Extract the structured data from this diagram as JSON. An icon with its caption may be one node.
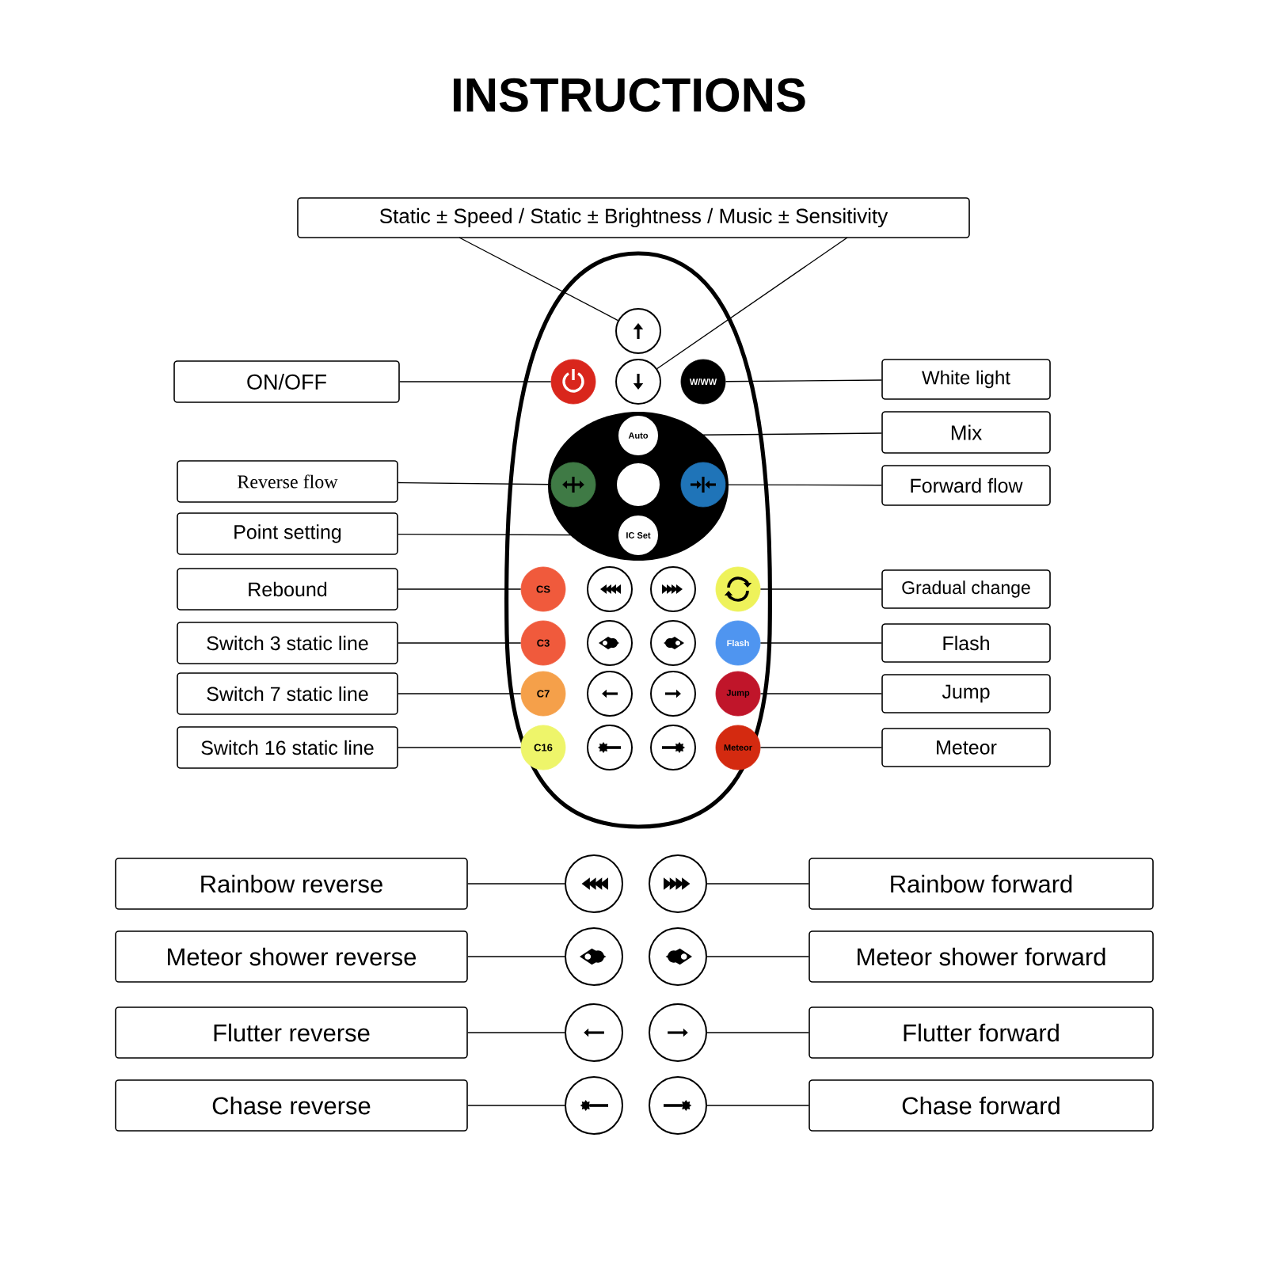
{
  "diagram": {
    "title": "INSTRUCTIONS",
    "nodes": [
      {
        "text": [
          "Static ± Speed / Static ± Brightness / Music ± Sensitivity"
        ]
      },
      {
        "text": [],
        "shape": "circle"
      },
      {
        "text": [
          "ON/OFF"
        ]
      },
      {
        "text": [],
        "shape": "circle"
      },
      {
        "text": [],
        "shape": "circle"
      },
      {
        "text": [
          "W/WW"
        ]
      },
      {
        "text": [
          "White light"
        ]
      },
      {
        "text": [
          "Auto"
        ]
      },
      {
        "text": [
          "Mix"
        ]
      },
      {
        "text": [
          "Reverse flow"
        ]
      },
      {
        "text": [],
        "shape": "circle"
      },
      {
        "text": [],
        "shape": "circle"
      },
      {
        "text": [],
        "shape": "circle"
      },
      {
        "text": [
          "Forward flow"
        ]
      },
      {
        "text": [
          "Point setting"
        ]
      },
      {
        "text": [
          "IC Set"
        ]
      },
      {
        "text": [
          "Rebound"
        ]
      },
      {
        "text": [
          "CS"
        ]
      },
      {
        "text": [],
        "shape": "circle"
      },
      {
        "text": [],
        "shape": "circle"
      },
      {
        "text": [],
        "shape": "circle"
      },
      {
        "text": [
          "Gradual change"
        ]
      },
      {
        "text": [
          "Switch 3 static line"
        ]
      },
      {
        "text": [
          "C3"
        ]
      },
      {
        "text": [],
        "shape": "circle"
      },
      {
        "text": [],
        "shape": "circle"
      },
      {
        "text": [
          "Flash"
        ]
      },
      {
        "text": [
          "Flash"
        ]
      },
      {
        "text": [
          "Switch 7 static line"
        ]
      },
      {
        "text": [
          "C7"
        ]
      },
      {
        "text": [],
        "shape": "circle"
      },
      {
        "text": [],
        "shape": "circle"
      },
      {
        "text": [
          "Jump"
        ]
      },
      {
        "text": [
          "Jump"
        ]
      },
      {
        "text": [
          "Switch 16 static line"
        ]
      },
      {
        "text": [
          "C16"
        ]
      },
      {
        "text": [],
        "shape": "circle"
      },
      {
        "text": [],
        "shape": "circle"
      },
      {
        "text": [
          "Meteor"
        ]
      },
      {
        "text": [
          "Meteor"
        ]
      },
      {
        "text": [
          "Rainbow reverse"
        ]
      },
      {
        "text": [],
        "shape": "circle"
      },
      {
        "text": [],
        "shape": "circle"
      },
      {
        "text": [
          "Rainbow forward"
        ]
      },
      {
        "text": [
          "Meteor shower reverse"
        ]
      },
      {
        "text": [],
        "shape": "circle"
      },
      {
        "text": [],
        "shape": "circle"
      },
      {
        "text": [
          "Meteor shower forward"
        ]
      },
      {
        "text": [
          "Flutter reverse"
        ]
      },
      {
        "text": [],
        "shape": "circle"
      },
      {
        "text": [],
        "shape": "circle"
      },
      {
        "text": [
          "Flutter forward"
        ]
      },
      {
        "text": [
          "Chase reverse"
        ]
      },
      {
        "text": [],
        "shape": "circle"
      },
      {
        "text": [],
        "shape": "circle"
      },
      {
        "text": [
          "Chase forward"
        ]
      }
    ],
    "edges": [
      {
        "from": 0,
        "to": 1,
        "arrow": "none"
      },
      {
        "from": 0,
        "to": 4,
        "arrow": "none"
      },
      {
        "from": 2,
        "to": 3,
        "arrow": "none"
      },
      {
        "from": 5,
        "to": 6,
        "arrow": "none"
      },
      {
        "from": 7,
        "to": 8,
        "arrow": "none"
      },
      {
        "from": 9,
        "to": 10,
        "arrow": "none"
      },
      {
        "from": 12,
        "to": 13,
        "arrow": "none"
      },
      {
        "from": 14,
        "to": 15,
        "arrow": "none"
      },
      {
        "from": 16,
        "to": 17,
        "arrow": "none"
      },
      {
        "from": 20,
        "to": 21,
        "arrow": "none"
      },
      {
        "from": 22,
        "to": 23,
        "arrow": "none"
      },
      {
        "from": 26,
        "to": 27,
        "arrow": "none"
      },
      {
        "from": 28,
        "to": 29,
        "arrow": "none"
      },
      {
        "from": 32,
        "to": 33,
        "arrow": "none"
      },
      {
        "from": 34,
        "to": 35,
        "arrow": "none"
      },
      {
        "from": 38,
        "to": 39,
        "arrow": "none"
      },
      {
        "from": 40,
        "to": 41,
        "arrow": "none"
      },
      {
        "from": 42,
        "to": 43,
        "arrow": "none"
      },
      {
        "from": 44,
        "to": 45,
        "arrow": "none"
      },
      {
        "from": 46,
        "to": 47,
        "arrow": "none"
      },
      {
        "from": 48,
        "to": 49,
        "arrow": "none"
      },
      {
        "from": 50,
        "to": 51,
        "arrow": "none"
      },
      {
        "from": 52,
        "to": 53,
        "arrow": "none"
      },
      {
        "from": 54,
        "to": 55,
        "arrow": "none"
      }
    ]
  }
}
